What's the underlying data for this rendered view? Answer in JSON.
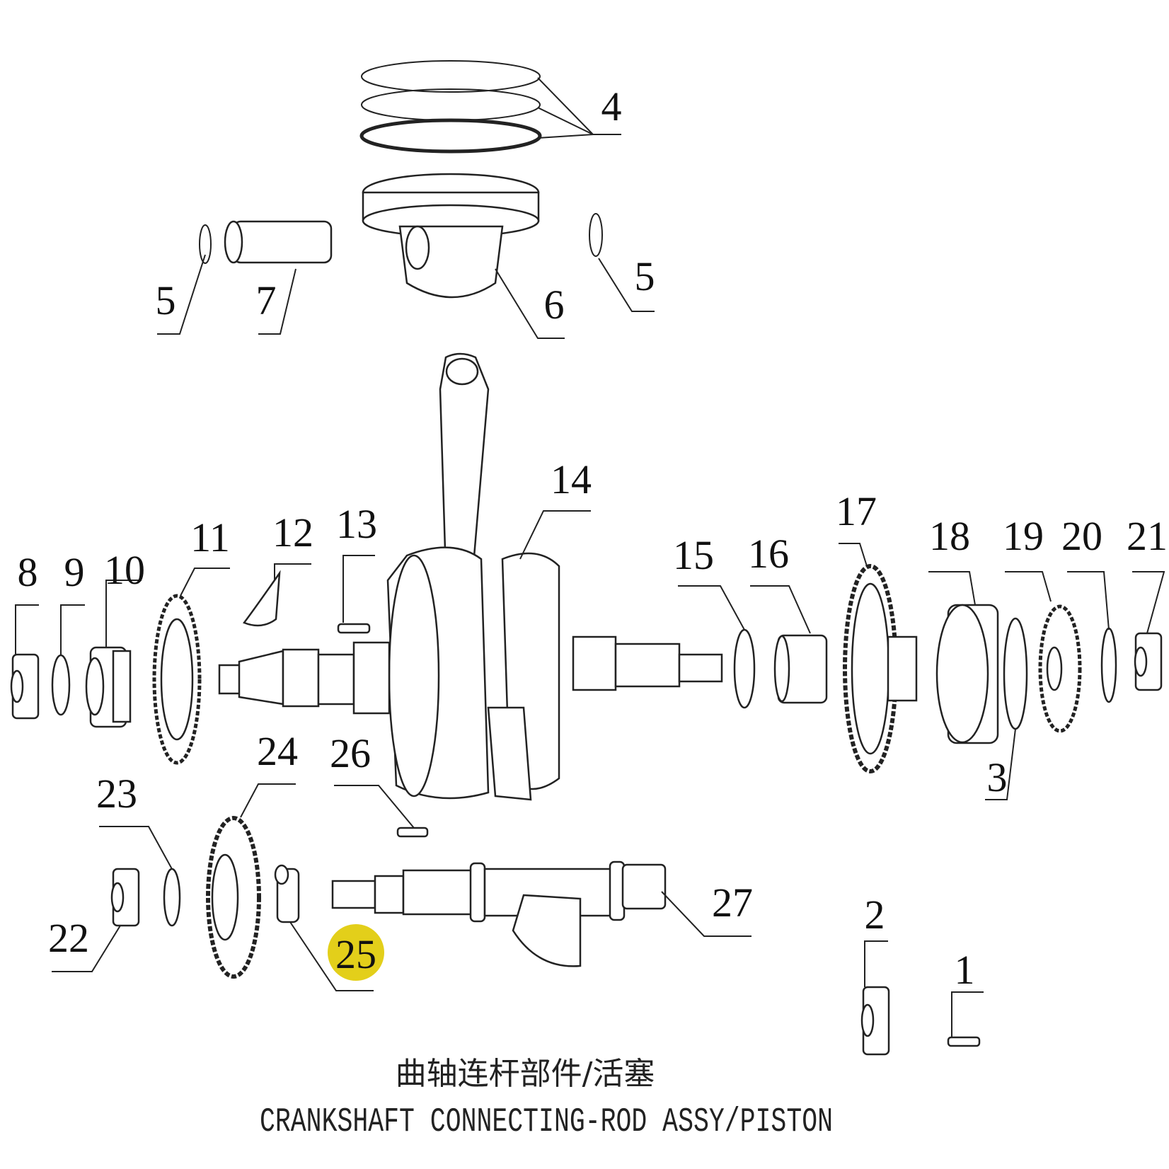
{
  "diagram": {
    "title_cn": "曲轴连杆部件/活塞",
    "title_en": "CRANKSHAFT CONNECTING-ROD ASSY/PISTON",
    "highlight_color": "#e3cf1a",
    "highlighted_part": "25",
    "labels": [
      "1",
      "2",
      "3",
      "4",
      "5",
      "5",
      "6",
      "7",
      "8",
      "9",
      "10",
      "11",
      "12",
      "13",
      "14",
      "15",
      "16",
      "17",
      "18",
      "19",
      "20",
      "21",
      "22",
      "23",
      "24",
      "25",
      "26",
      "27"
    ]
  }
}
